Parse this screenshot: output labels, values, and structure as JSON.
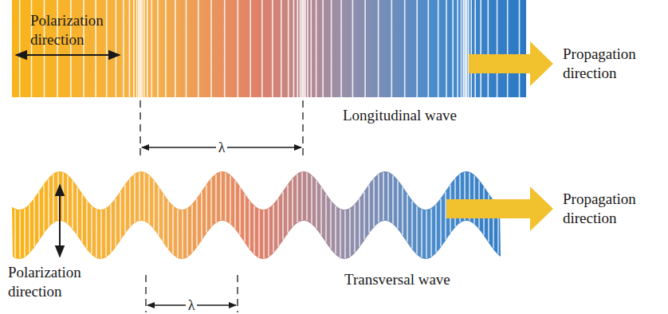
{
  "diagram": {
    "labels": [
      "Polarization direction",
      "Propagation direction",
      "λ",
      "Longitudinal wave",
      "Propagation direction",
      "Polarization direction",
      "λ",
      "Transversal wave"
    ]
  }
}
